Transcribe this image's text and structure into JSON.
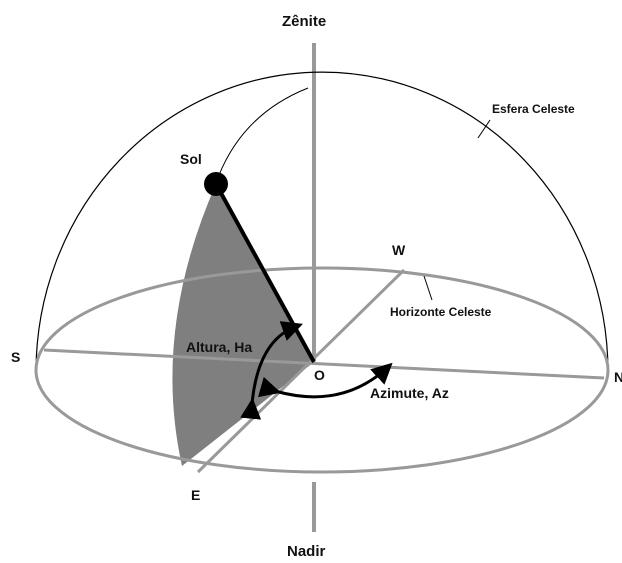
{
  "labels": {
    "zenith": "Zênite",
    "nadir": "Nadir",
    "sun": "Sol",
    "celestial_sphere": "Esfera Celeste",
    "celestial_horizon": "Horizonte Celeste",
    "south": "S",
    "north": "N",
    "west": "W",
    "east": "E",
    "observer": "O",
    "altitude": "Altura, Ha",
    "azimuth": "Azimute, Az"
  },
  "colors": {
    "line": "#000000",
    "horizon": "#999999",
    "altitude_sector": "#7f7f7f",
    "sun": "#000000"
  }
}
